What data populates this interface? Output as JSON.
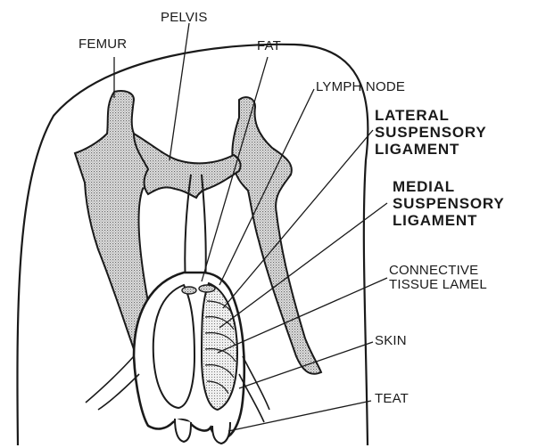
{
  "labels": {
    "femur": "FEMUR",
    "pelvis": "PELVIS",
    "fat": "FAT",
    "lymph_node": "LYMPH NODE",
    "lateral_suspensory_ligament": "LATERAL\nSUSPENSORY\nLIGAMENT",
    "medial_suspensory_ligament": "MEDIAL\nSUSPENSORY\nLIGAMENT",
    "connective_tissue_lamel": "CONNECTIVE\nTISSUE LAMEL",
    "skin": "SKIN",
    "teat": "TEAT"
  },
  "colors": {
    "ink": "#1a1a1a",
    "bone_fill": "#c8c8c8",
    "tissue_fill": "#d9d9d9",
    "background": "#ffffff"
  }
}
